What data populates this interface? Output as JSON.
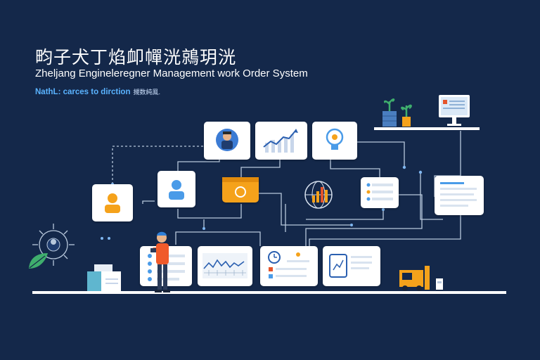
{
  "header": {
    "title_cn": "畇子犬丁焰卹幝洸鶁玥洸",
    "title_en": "Zheljang Engineleregner Management work Order System",
    "tagline": "NathL: carces to dirction",
    "tagline_cn": "摫数純鳯."
  },
  "colors": {
    "background": "#14284a",
    "card": "#ffffff",
    "accent_orange": "#f5a21b",
    "accent_blue": "#4a9be8",
    "line": "#b8c8dc"
  },
  "nodes": [
    {
      "id": "person-manager",
      "icon": "person-icon"
    },
    {
      "id": "growth-chart",
      "icon": "line-chart-icon"
    },
    {
      "id": "idea",
      "icon": "lightbulb-icon"
    },
    {
      "id": "user-orange",
      "icon": "user-icon"
    },
    {
      "id": "user-blue",
      "icon": "user-icon"
    },
    {
      "id": "browser-window",
      "icon": "browser-icon"
    },
    {
      "id": "analytics-globe",
      "icon": "globe-icon"
    },
    {
      "id": "settings-list",
      "icon": "list-icon"
    },
    {
      "id": "document",
      "icon": "document-icon"
    },
    {
      "id": "task-list",
      "icon": "checklist-icon"
    },
    {
      "id": "waveform",
      "icon": "waveform-icon"
    },
    {
      "id": "schedule",
      "icon": "clock-icon"
    },
    {
      "id": "mobile-report",
      "icon": "tablet-icon"
    }
  ]
}
